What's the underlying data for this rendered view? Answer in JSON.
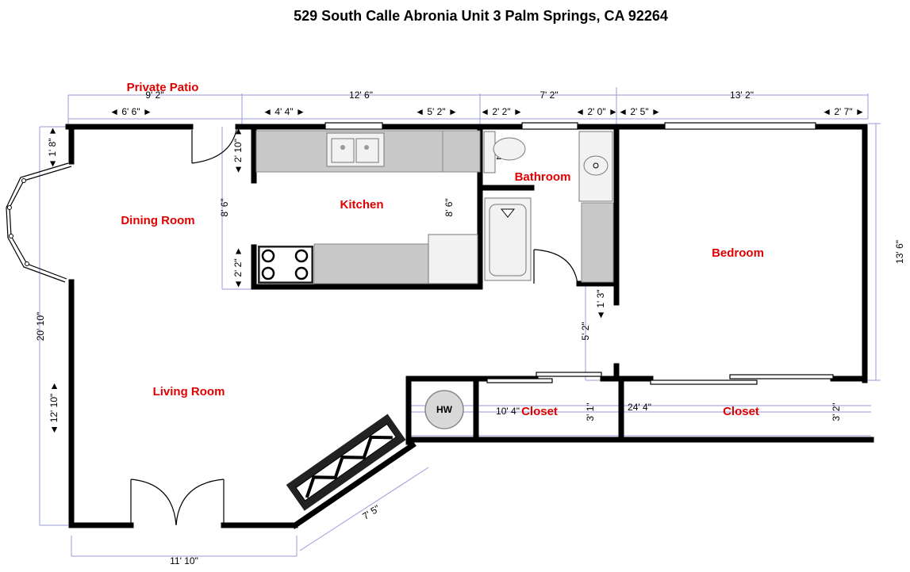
{
  "title": "529 South Calle Abronia Unit 3 Palm Springs, CA 92264",
  "rooms": {
    "private_patio": "Private Patio",
    "dining_room": "Dining Room",
    "kitchen": "Kitchen",
    "bathroom": "Bathroom",
    "bedroom": "Bedroom",
    "living_room": "Living Room",
    "closet_left": "Closet",
    "closet_right": "Closet",
    "water_heater": "HW"
  },
  "dimensions": {
    "patio_width": "9' 2\"",
    "dining_seg": "◄ 6' 6\" ►",
    "kitchen_width": "12' 6\"",
    "kitchen_seg_left": "◄ 4' 4\" ►",
    "kitchen_seg_right": "◄ 5' 2\" ►",
    "bath_width": "7' 2\"",
    "bath_seg_left": "◄ 2' 2\" ►",
    "bath_seg_right": "◄ 2' 0\" ►",
    "bedroom_width": "13' 2\"",
    "bedroom_seg_left": "◄ 2' 5\" ►",
    "bedroom_seg_right": "◄ 2' 7\" ►",
    "bay_window": "◄ 1' 8\" ►",
    "kitchen_upper_depth": "◄ 2' 10\" ►",
    "kitchen_depth": "8' 6\"",
    "kitchen_lower_depth": "◄ 2' 2\" ►",
    "kitchen_inner": "8' 6\"",
    "bath_toilet": "2' 8\"",
    "bedroom_height": "13' 6\"",
    "hall_short": "◄ 1' 3\" ►",
    "hall_height": "5' 2\"",
    "left_total": "20' 10\"",
    "living_height": "◄ 12' 10\" ►",
    "closet_left_len": "10' 4\"",
    "closet_left_depth": "3' 1\"",
    "closet_right_len": "24' 4\"",
    "closet_right_depth": "3' 2\"",
    "bottom_width": "11' 10\"",
    "angled_wall": "7' 5\""
  }
}
